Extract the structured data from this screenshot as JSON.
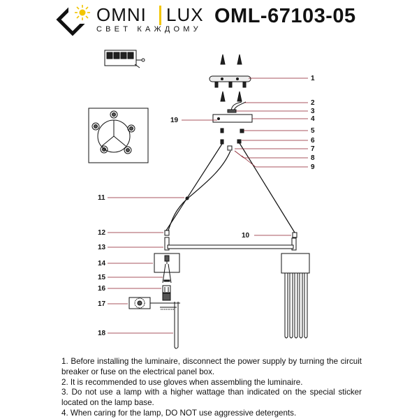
{
  "brand": {
    "name_left": "OMNI",
    "name_right": "LUX",
    "tagline": "СВЕТ КАЖДОМУ"
  },
  "model": "OML-67103-05",
  "callouts": [
    "1",
    "2",
    "3",
    "4",
    "5",
    "6",
    "7",
    "8",
    "9",
    "10",
    "11",
    "12",
    "13",
    "14",
    "15",
    "16",
    "17",
    "18",
    "19"
  ],
  "notes": [
    "1. Before installing the luminaire, disconnect the power supply by turning the circuit breaker or fuse on the electrical panel box.",
    "2. It is recommended to use gloves when assembling the luminaire.",
    "3. Do not use a lamp with a higher wattage than indicated on the special sticker located on the lamp base.",
    "4. When caring for the lamp, DO NOT use aggressive detergents."
  ],
  "colors": {
    "leader": "#8b1e2a",
    "line": "#111111",
    "accent_yellow": "#f2c500"
  }
}
